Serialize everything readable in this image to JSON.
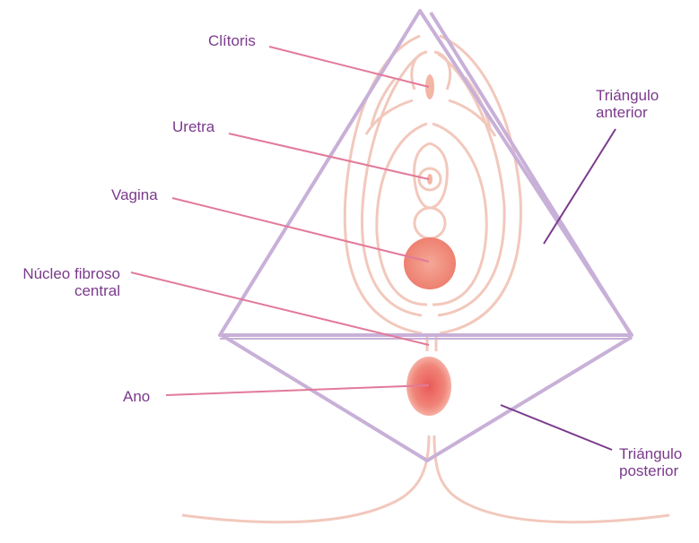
{
  "labels": {
    "clitoris": "Clítoris",
    "uretra": "Uretra",
    "vagina": "Vagina",
    "nucleo_line1": "Núcleo fibroso",
    "nucleo_line2": "central",
    "ano": "Ano",
    "triangulo_anterior_line1": "Triángulo",
    "triangulo_anterior_line2": "anterior",
    "triangulo_posterior_line1": "Triángulo",
    "triangulo_posterior_line2": "posterior"
  },
  "colors": {
    "label_text": "#7a3a8c",
    "leader_pink": "#e27a9a",
    "leader_purple": "#7a3a8c",
    "triangle": "#c8b0d8",
    "anatomy_outline": "#f2c8bc",
    "organ_fill": "#ef8c7c"
  }
}
